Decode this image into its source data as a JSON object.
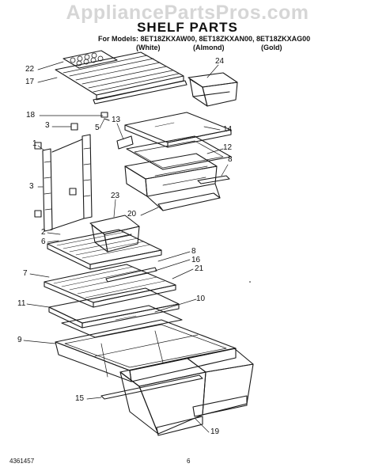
{
  "watermark": "AppliancePartsPros.com",
  "diagram": {
    "title": "SHELF PARTS",
    "models_line": "For Models: 8ET18ZKXAW00, 8ET18ZKXAN00, 8ET18ZKXAG00",
    "variants": [
      "(White)",
      "(Almond)",
      "(Gold)"
    ]
  },
  "callouts": [
    "22",
    "17",
    "24",
    "18",
    "13",
    "3",
    "5",
    "14",
    "1",
    "12",
    "8",
    "20",
    "23",
    "3",
    "2",
    "6",
    "8",
    "16",
    "7",
    "21",
    "11",
    "10",
    "9",
    "15",
    "19"
  ],
  "footer": {
    "doc_number": "4361457",
    "page": "6"
  }
}
